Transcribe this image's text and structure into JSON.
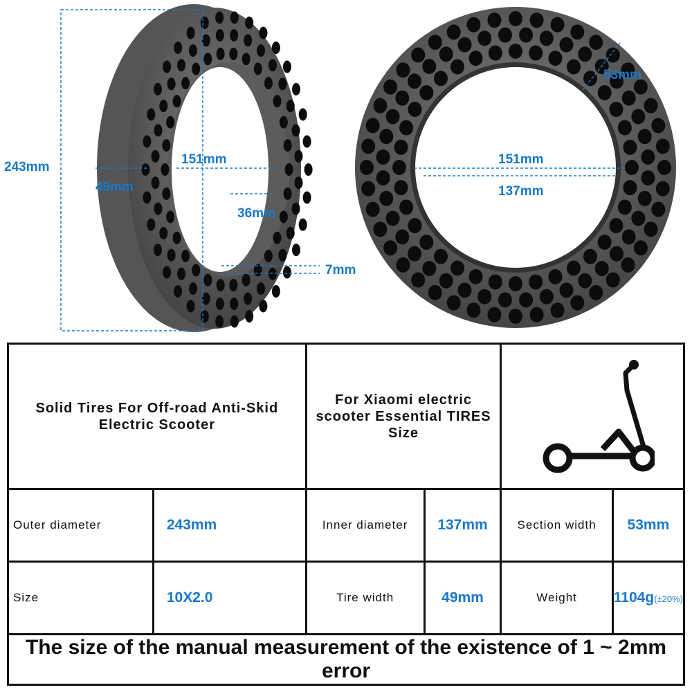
{
  "dimensions": {
    "left_outer": "243mm",
    "left_inner": "151mm",
    "left_width": "49mm",
    "left_rim": "36mm",
    "left_wall": "7mm",
    "right_inner": "151mm",
    "right_inner2": "137mm",
    "right_section": "53mm"
  },
  "table": {
    "title1": "Solid Tires For Off-road Anti-Skid Electric Scooter",
    "title2": "For Xiaomi electric scooter Essential TIRES Size",
    "rows": [
      [
        {
          "k": "Outer diameter",
          "v": "243mm"
        },
        {
          "k": "Inner diameter",
          "v": "137mm"
        },
        {
          "k": "Section width",
          "v": "53mm"
        }
      ],
      [
        {
          "k": "Size",
          "v": "10X2.0"
        },
        {
          "k": "Tire width",
          "v": "49mm"
        },
        {
          "k": "Weight",
          "v": "1104g",
          "note": "(±20%)"
        }
      ]
    ],
    "footer": "The size of the manual measurement of the existence of 1 ~ 2mm error"
  },
  "colors": {
    "accent": "#1a78c8",
    "tire": "#5a5a5a"
  }
}
